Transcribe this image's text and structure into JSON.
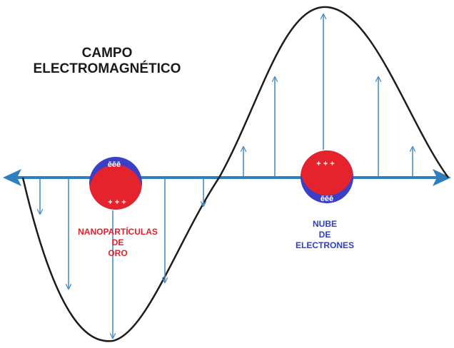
{
  "title": {
    "line1": "CAMPO",
    "line2": "ELECTROMAGNÉTICO"
  },
  "particle_left": {
    "top_label": "ēēē",
    "bottom_label": "+ + +"
  },
  "particle_right": {
    "top_label": "+ + +",
    "bottom_label": "ēēē"
  },
  "label_nanoparticles": {
    "line1": "NANOPARTÍCULAS",
    "line2": "DE",
    "line3": "ORO"
  },
  "label_electron_cloud": {
    "line1": "NUBE",
    "line2": "DE",
    "line3": "ELECTRONES"
  },
  "colors": {
    "axis": "#2e7fc0",
    "wave": "#1c1c1c",
    "field_arrow": "#4a90c8",
    "positive": "#e5232c",
    "electron_cloud": "#3a3fc6"
  }
}
